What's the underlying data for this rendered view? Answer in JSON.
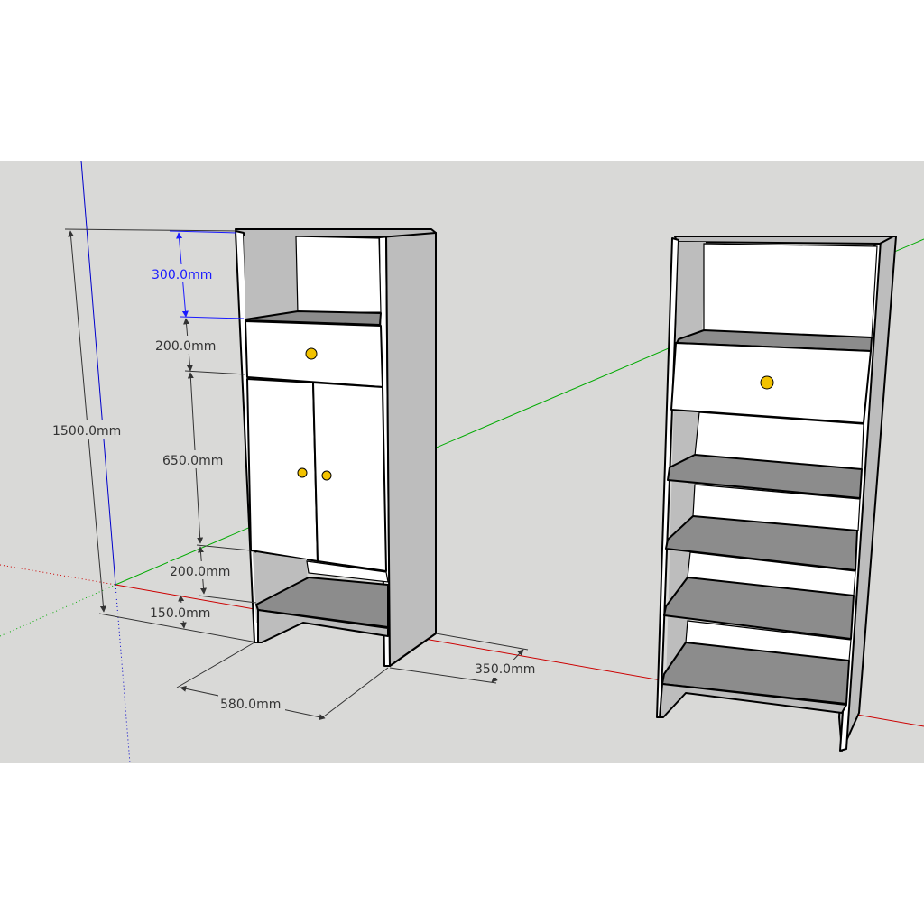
{
  "colors": {
    "canvas_bg": "#d9d9d7",
    "page_bg": "#ffffff",
    "panel_face": "#ffffff",
    "panel_side": "#bdbdbd",
    "shelf_top": "#8c8c8c",
    "knob": "#f2c200",
    "axis_red": "#cc0000",
    "axis_green": "#00aa00",
    "axis_blue": "#0000cc",
    "dim_active": "#1a1aff",
    "dim_normal": "#333333"
  },
  "dimensions": {
    "top_niche": "300.0mm",
    "drawer": "200.0mm",
    "doors": "650.0mm",
    "bottom_opening": "200.0mm",
    "plinth": "150.0mm",
    "total_height": "1500.0mm",
    "width": "580.0mm",
    "depth": "350.0mm"
  }
}
